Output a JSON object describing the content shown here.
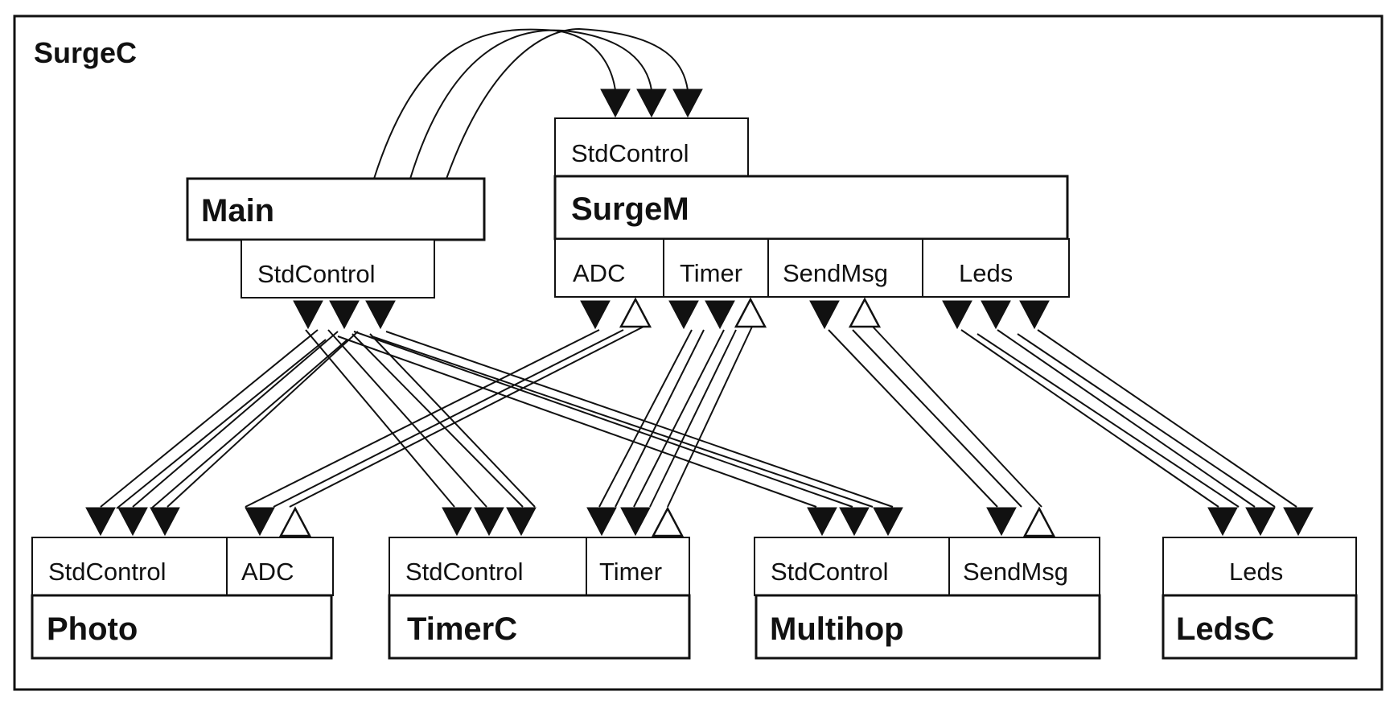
{
  "diagram": {
    "container_title": "SurgeC",
    "components": {
      "main": {
        "name": "Main",
        "interfaces": [
          "StdControl"
        ]
      },
      "surgem": {
        "name": "SurgeM",
        "provided": [
          "StdControl"
        ],
        "uses": [
          "ADC",
          "Timer",
          "SendMsg",
          "Leds"
        ]
      },
      "photo": {
        "name": "Photo",
        "interfaces": [
          "StdControl",
          "ADC"
        ]
      },
      "timerc": {
        "name": "TimerC",
        "interfaces": [
          "StdControl",
          "Timer"
        ]
      },
      "multihop": {
        "name": "Multihop",
        "interfaces": [
          "StdControl",
          "SendMsg"
        ]
      },
      "ledsc": {
        "name": "LedsC",
        "interfaces": [
          "Leds"
        ]
      }
    },
    "wires": [
      {
        "from": "Main.StdControl",
        "to": "SurgeM.StdControl"
      },
      {
        "from": "Main.StdControl",
        "to": "Photo.StdControl"
      },
      {
        "from": "Main.StdControl",
        "to": "TimerC.StdControl"
      },
      {
        "from": "Main.StdControl",
        "to": "Multihop.StdControl"
      },
      {
        "from": "SurgeM.ADC",
        "to": "Photo.ADC"
      },
      {
        "from": "SurgeM.Timer",
        "to": "TimerC.Timer"
      },
      {
        "from": "SurgeM.SendMsg",
        "to": "Multihop.SendMsg"
      },
      {
        "from": "SurgeM.Leds",
        "to": "LedsC.Leds"
      }
    ],
    "colors": {
      "line": "#111111",
      "background": "#ffffff"
    }
  }
}
